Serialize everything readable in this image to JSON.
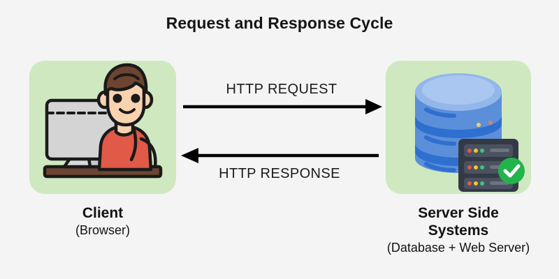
{
  "diagram": {
    "title": "Request and Response Cycle",
    "background_color": "#f4f4f4",
    "panel_color": "#cfe8c0",
    "text_color": "#151515"
  },
  "client": {
    "icon": "person-at-desktop-computer-icon",
    "label": "Client",
    "sublabel": "(Browser)",
    "art_colors": {
      "skin": "#f8d3b0",
      "hair": "#6d4430",
      "shirt": "#e05a47",
      "monitor": "#d4d4d4",
      "desk": "#6b4433",
      "outline": "#1a1a1a"
    }
  },
  "server": {
    "icon": "database-with-server-rack-icon",
    "label_line1": "Server Side",
    "label_line2": "Systems",
    "sublabel": "(Database + Web Server)",
    "status_badge": "check-circle-icon",
    "art_colors": {
      "db_top": "#93b7ea",
      "db_body": "#5b8fd9",
      "db_band": "#2f6fd0",
      "rack": "#333a45",
      "rack_bay": "#4a5260",
      "led_red": "#e0574c",
      "led_yellow": "#f0c330",
      "led_green": "#3fc27c",
      "check_green": "#22b34b"
    }
  },
  "arrows": [
    {
      "name": "http-request-arrow",
      "label": "HTTP REQUEST",
      "direction": "right",
      "color": "#000000"
    },
    {
      "name": "http-response-arrow",
      "label": "HTTP RESPONSE",
      "direction": "left",
      "color": "#000000"
    }
  ]
}
